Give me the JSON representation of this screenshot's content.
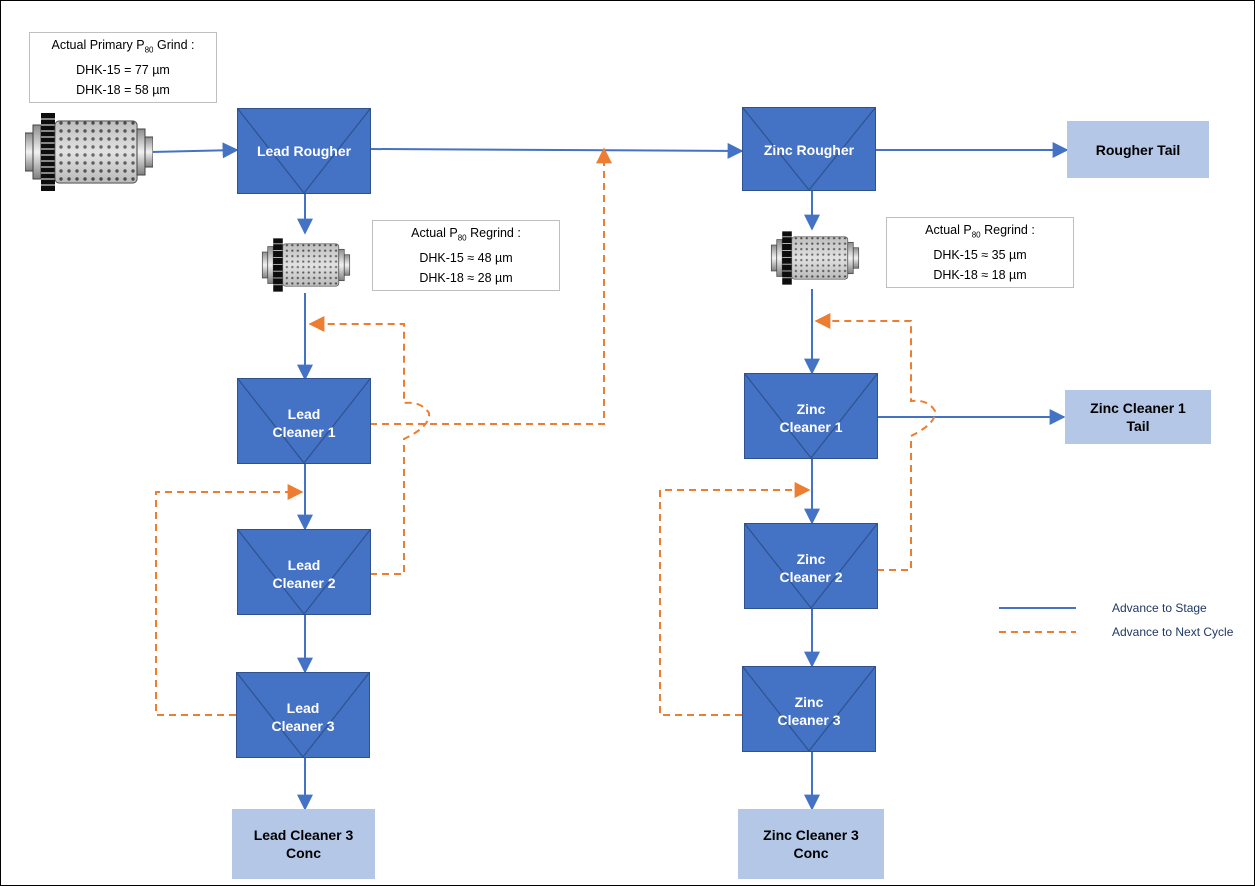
{
  "colors": {
    "advance_to_stage": "#4472c4",
    "advance_to_next_cycle": "#ed7d31",
    "flotation_cell": "#4472c4",
    "output_box": "#b4c7e7"
  },
  "primary_grind": {
    "title_prefix": "Actual Primary P",
    "title_sub": "80",
    "title_suffix": " Grind :",
    "line1": "DHK-15 = 77 µm",
    "line2": "DHK-18 = 58 µm"
  },
  "lead_regrind": {
    "title_prefix": "Actual P",
    "title_sub": "80",
    "title_suffix": " Regrind :",
    "line1": "DHK-15 ≈ 48 µm",
    "line2": "DHK-18 ≈ 28 µm"
  },
  "zinc_regrind": {
    "title_prefix": "Actual P",
    "title_sub": "80",
    "title_suffix": " Regrind :",
    "line1": "DHK-15 ≈ 35 µm",
    "line2": "DHK-18 ≈ 18 µm"
  },
  "cells": {
    "lead_rougher": [
      "Lead Rougher"
    ],
    "lead_cleaner_1": [
      "Lead",
      "Cleaner 1"
    ],
    "lead_cleaner_2": [
      "Lead",
      "Cleaner 2"
    ],
    "lead_cleaner_3": [
      "Lead",
      "Cleaner 3"
    ],
    "zinc_rougher": [
      "Zinc Rougher"
    ],
    "zinc_cleaner_1": [
      "Zinc",
      "Cleaner 1"
    ],
    "zinc_cleaner_2": [
      "Zinc",
      "Cleaner 2"
    ],
    "zinc_cleaner_3": [
      "Zinc",
      "Cleaner 3"
    ]
  },
  "outputs": {
    "rougher_tail": [
      "Rougher Tail"
    ],
    "zinc_cleaner_1_tail": [
      "Zinc Cleaner 1",
      "Tail"
    ],
    "lead_cleaner_3_conc": [
      "Lead Cleaner 3",
      "Conc"
    ],
    "zinc_cleaner_3_conc": [
      "Zinc Cleaner 3",
      "Conc"
    ]
  },
  "legend": {
    "solid": "Advance to Stage",
    "dashed": "Advance to Next Cycle"
  }
}
